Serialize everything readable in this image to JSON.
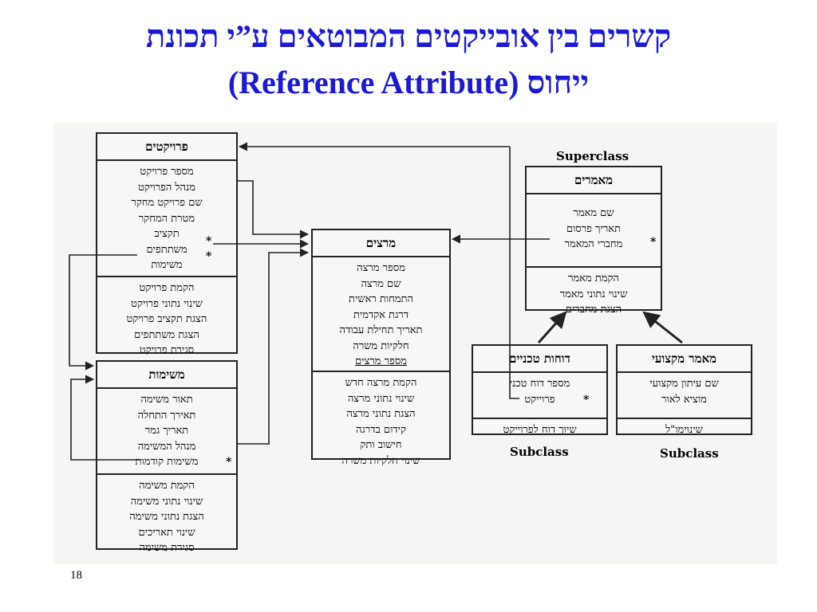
{
  "title": {
    "line1": "קשרים בין אובייקטים המבוטאים ע”י תכונת",
    "line2": "(Reference Attribute) ייחוס"
  },
  "labels": {
    "superclass": "Superclass",
    "subclass_left": "Subclass",
    "subclass_right": "Subclass",
    "star": "*"
  },
  "classes": {
    "projects": {
      "name": "פרויקטים",
      "attributes": [
        "מספר פרויקט",
        "מנהל הפרויקט",
        "שם פרויקט מחקר",
        "מטרת המחקר",
        "תקציב",
        "משתתפים",
        "משימות"
      ],
      "methods": [
        "הקמת פרויקט",
        "שינוי נתוני פרויקט",
        "הצגת תקציב פרויקט",
        "הצגת משתתפים",
        "סגירת פרויקט"
      ]
    },
    "tasks": {
      "name": "משימות",
      "attributes": [
        "תאור משימה",
        "תאירך התחלה",
        "תאריך גמר",
        "מנהל המשימה",
        "משימות קודמות"
      ],
      "methods": [
        "הקמת משימה",
        "שינוי נתוני משימה",
        "הצגת נתוני משימה",
        "שינוי תאריכים",
        "סגירת משימה"
      ]
    },
    "lecturers": {
      "name": "מרצים",
      "attributes": [
        "מספר מרצה",
        "שם מרצה",
        "התמחות ראשית",
        "דרגת אקדמית",
        "תאריך תחילת עבודה",
        "חלקיות משרה",
        "מספר מרצים"
      ],
      "methods": [
        "הקמת מרצה חדש",
        "שינוי נתוני מרצה",
        "הצגת נתוני מרצה",
        "קידום בדרגה",
        "חישוב ותק",
        "שינוי חלקיות משרה"
      ]
    },
    "articles": {
      "name": "מאמרים",
      "attributes": [
        "שם מאמר",
        "תאריך פרסום",
        "מחברי המאמר"
      ],
      "methods": [
        "הקמת מאמר",
        "שינוי נתוני מאמר",
        "הצגת מחברים"
      ]
    },
    "tech_reports": {
      "name": "דוחות טכניים",
      "attributes": [
        "מספר דוח טכני",
        "פרוייקט"
      ],
      "methods": [
        "שיוך דוח לפרוייקט"
      ]
    },
    "prof_article": {
      "name": "מאמר מקצועי",
      "attributes": [
        "שם עיתון מקצועי",
        "מוציא לאור"
      ],
      "methods": [
        "שינוימו\"ל"
      ]
    }
  },
  "page_number": "18"
}
